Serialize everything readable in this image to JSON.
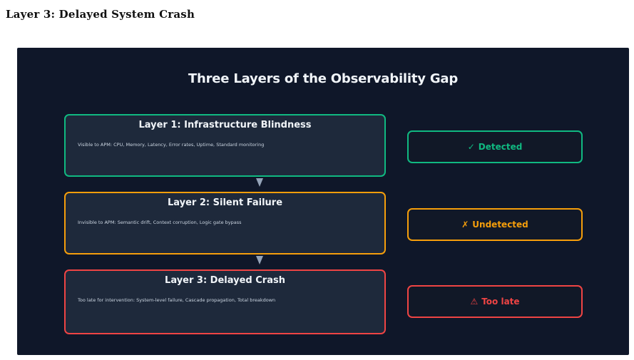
{
  "document": {
    "heading": "Layer 3: Delayed System Crash"
  },
  "diagram": {
    "title": "Three Layers of the Observability Gap",
    "layers": [
      {
        "title": "Layer 1: Infrastructure Blindness",
        "description": "Visible to APM: CPU, Memory, Latency, Error rates, Uptime, Standard monitoring",
        "color": "#10b981"
      },
      {
        "title": "Layer 2: Silent Failure",
        "description": "Invisible to APM: Semantic drift, Context corruption, Logic gate bypass",
        "color": "#f59e0b"
      },
      {
        "title": "Layer 3: Delayed Crash",
        "description": "Too late for intervention: System-level failure, Cascade propagation, Total breakdown",
        "color": "#ef4444"
      }
    ],
    "statuses": [
      {
        "icon": "✓",
        "label": "Detected",
        "color": "#10b981"
      },
      {
        "icon": "✗",
        "label": "Undetected",
        "color": "#f59e0b"
      },
      {
        "icon": "⚠",
        "label": "Too late",
        "color": "#ef4444"
      }
    ],
    "background_color": "#0f1729",
    "box_fill_color": "#1e293b",
    "arrow_color": "#94a3b8"
  }
}
